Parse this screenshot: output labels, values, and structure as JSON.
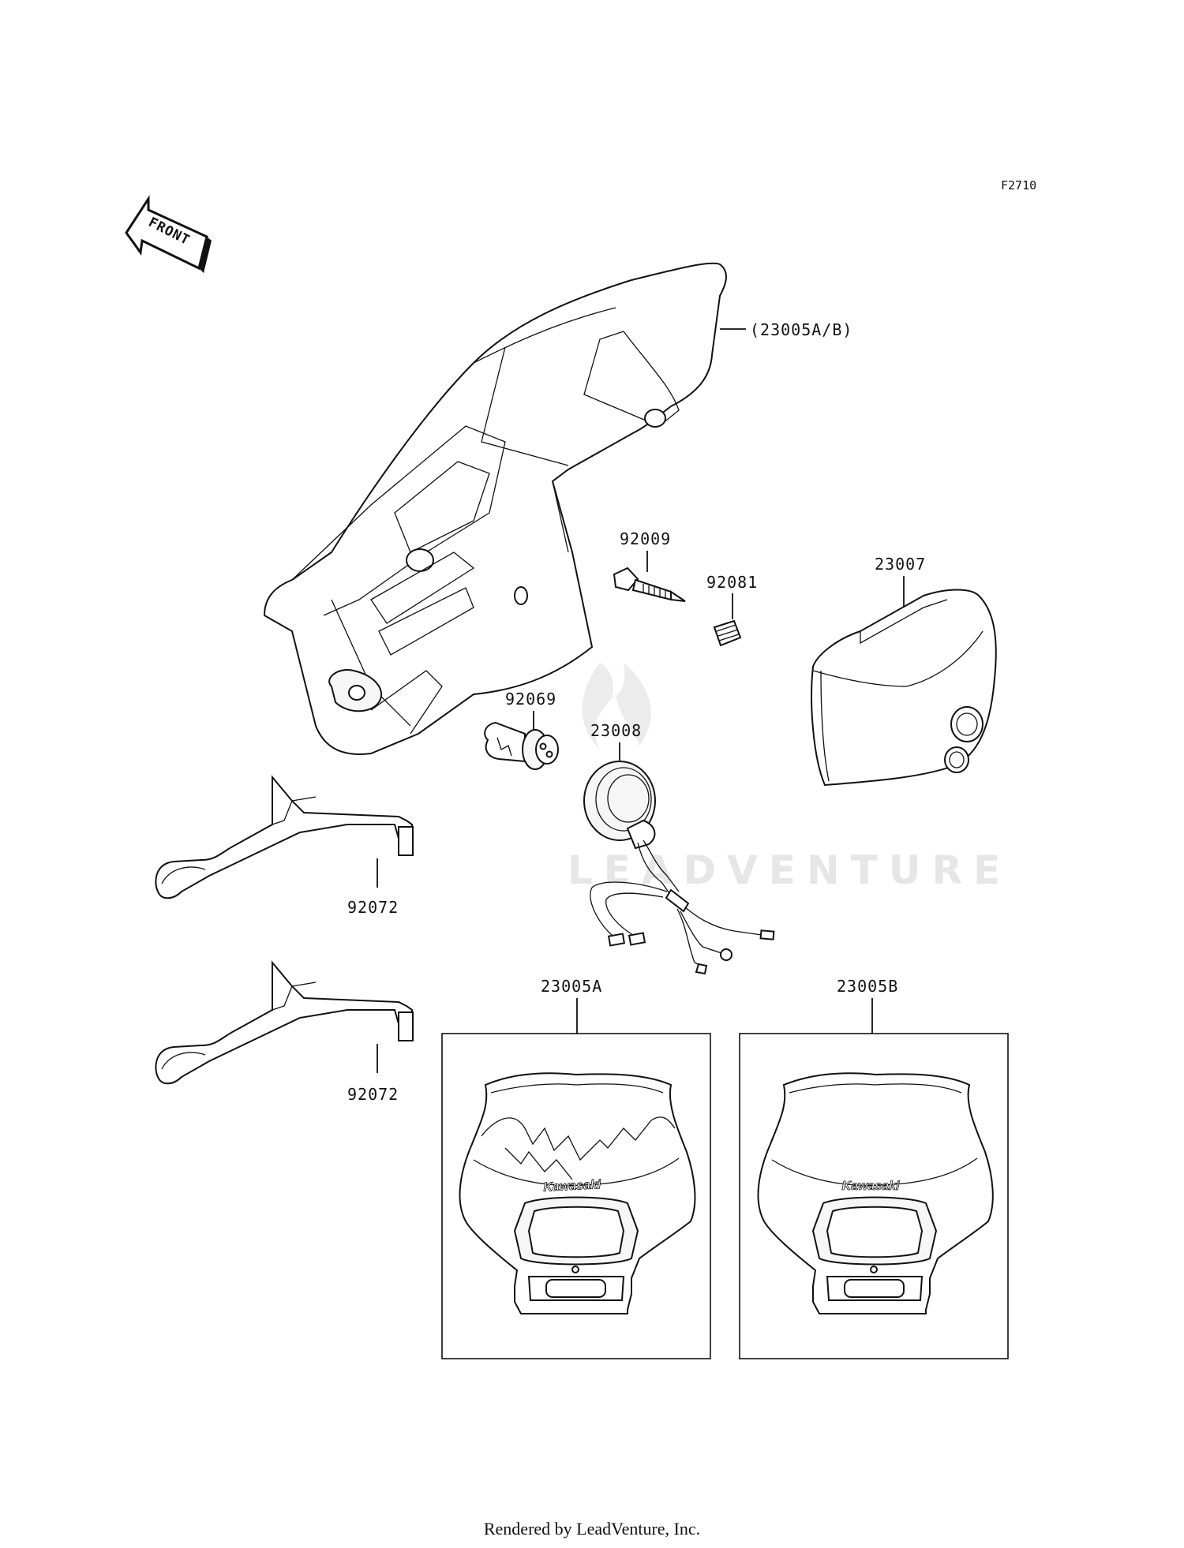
{
  "diagram": {
    "figure_code": "F2710",
    "front_badge": "FRONT",
    "watermark": "LEADVENTURE",
    "footer": "Rendered by LeadVenture, Inc.",
    "brand_on_part": "Kawasaki",
    "parts": [
      {
        "id": "cover",
        "label": "(23005A/B)"
      },
      {
        "id": "bolt",
        "label": "92009"
      },
      {
        "id": "nut",
        "label": "92081"
      },
      {
        "id": "lens",
        "label": "23007"
      },
      {
        "id": "bulb",
        "label": "92069"
      },
      {
        "id": "socket",
        "label": "23008"
      },
      {
        "id": "bracket-upper",
        "label": "92072"
      },
      {
        "id": "bracket-lower",
        "label": "92072"
      },
      {
        "id": "variant-a",
        "label": "23005A"
      },
      {
        "id": "variant-b",
        "label": "23005B"
      }
    ]
  }
}
